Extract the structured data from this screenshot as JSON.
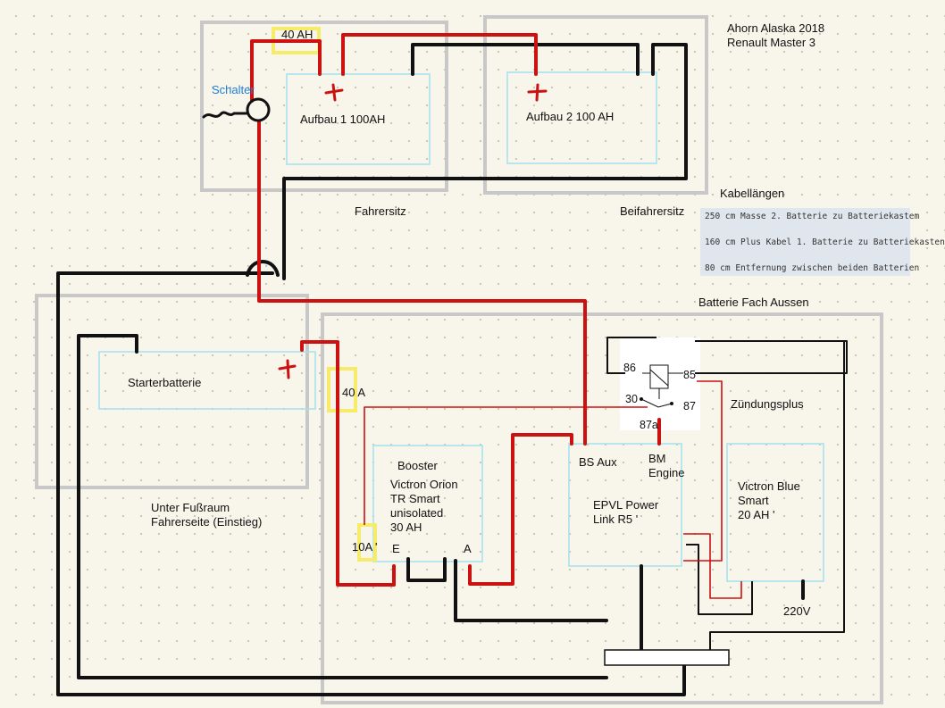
{
  "title": {
    "line1": "Ahorn Alaska 2018",
    "line2": "Renault Master 3"
  },
  "switch_label": "Schalter",
  "fuses": {
    "main": "40 AH",
    "starter": "40 A",
    "booster": "10A '"
  },
  "batteries": {
    "house1": "Aufbau 1  100AH",
    "house2": "Aufbau 2 100 AH",
    "starter": "Starterbatterie"
  },
  "zones": {
    "driver_seat": "Fahrersitz",
    "passenger_seat": "Beifahrersitz",
    "outside_compartment": "Batterie Fach Aussen",
    "footwell_line1": "Unter Fußraum",
    "footwell_line2": "Fahrerseite (Einstieg)"
  },
  "cable_lengths": {
    "heading": "Kabellängen",
    "lines": [
      "250 cm Masse 2. Batterie zu Batteriekastem",
      "160 cm Plus Kabel 1. Batterie zu Batteriekasten",
      "80 cm Entfernung zwischen beiden Batterien"
    ]
  },
  "booster": {
    "heading": "Booster",
    "lines": [
      "Victron Orion",
      "TR Smart",
      "unisolated",
      "30 AH"
    ],
    "terminal_in": "E",
    "terminal_out": "A"
  },
  "epvl": {
    "bs_aux": "BS Aux",
    "bm1": "BM",
    "bm2": "Engine",
    "name1": "EPVL Power",
    "name2": "Link R5 '"
  },
  "charger": {
    "line1": "Victron Blue",
    "line2": "Smart",
    "line3": "20 AH '",
    "mains": "220V"
  },
  "relay": {
    "t86": "86",
    "t85": "85",
    "t30": "30",
    "t87": "87",
    "t87a": "87a"
  },
  "ignition_label": "Zündungsplus",
  "colors": {
    "positive": "#cc1111",
    "ground": "#111111",
    "component": "#a8e2ee",
    "zone": "#c8c8c8",
    "fuse": "#f6ec6a",
    "switch_label": "#1f7fd6"
  }
}
